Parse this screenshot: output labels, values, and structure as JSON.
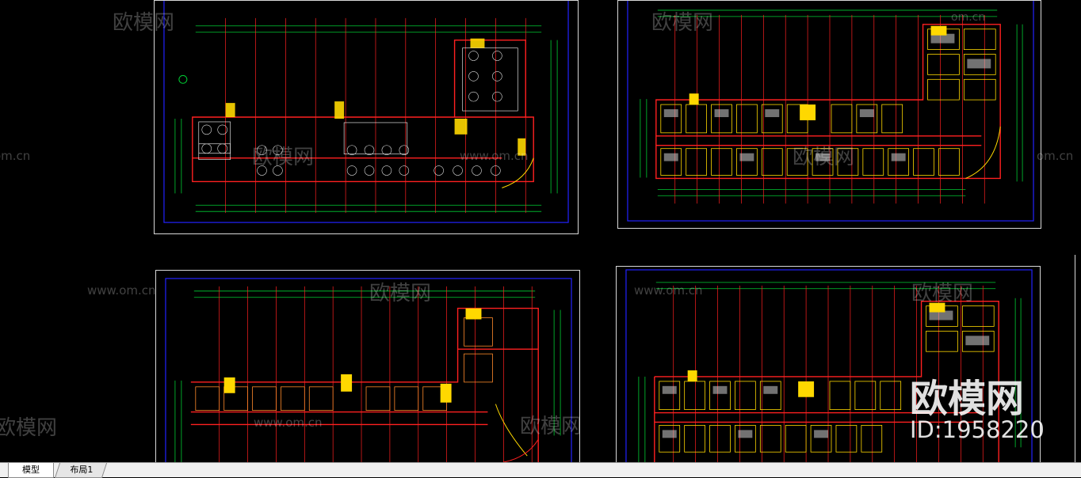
{
  "watermark": {
    "brand": "欧模网",
    "site": "www.om.cn",
    "site_short": "om.cn",
    "site_frag": "om.cn",
    "id_label": "ID:1958220"
  },
  "tabs": [
    {
      "label": "模型",
      "active": true
    },
    {
      "label": "布局1",
      "active": false
    }
  ],
  "colors": {
    "background": "#000000",
    "frame": "#0000ff",
    "wall": "#ff0000",
    "dim": "#00ff00",
    "furniture": "#ffff00",
    "room": "#ffffff"
  }
}
